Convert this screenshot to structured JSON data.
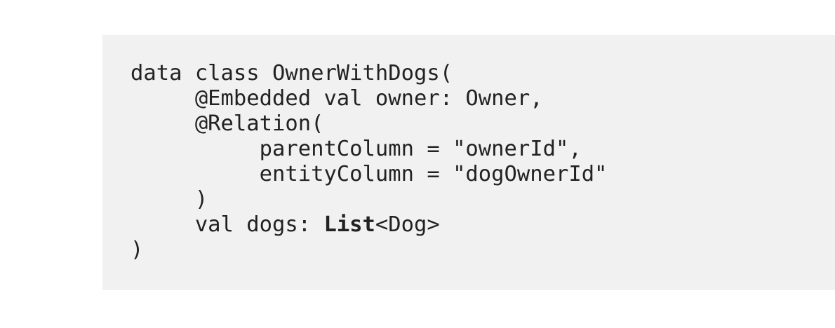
{
  "code": {
    "lines": [
      [
        {
          "text": "data class OwnerWithDogs(",
          "bold": false
        }
      ],
      [
        {
          "text": "     @Embedded val owner: Owner,",
          "bold": false
        }
      ],
      [
        {
          "text": "     @Relation(",
          "bold": false
        }
      ],
      [
        {
          "text": "          parentColumn = \"ownerId\",",
          "bold": false
        }
      ],
      [
        {
          "text": "          entityColumn = \"dogOwnerId\"",
          "bold": false
        }
      ],
      [
        {
          "text": "     )",
          "bold": false
        }
      ],
      [
        {
          "text": "     val dogs: ",
          "bold": false
        },
        {
          "text": "List",
          "bold": true
        },
        {
          "text": "<Dog>",
          "bold": false
        }
      ],
      [
        {
          "text": ")",
          "bold": false
        }
      ]
    ]
  }
}
